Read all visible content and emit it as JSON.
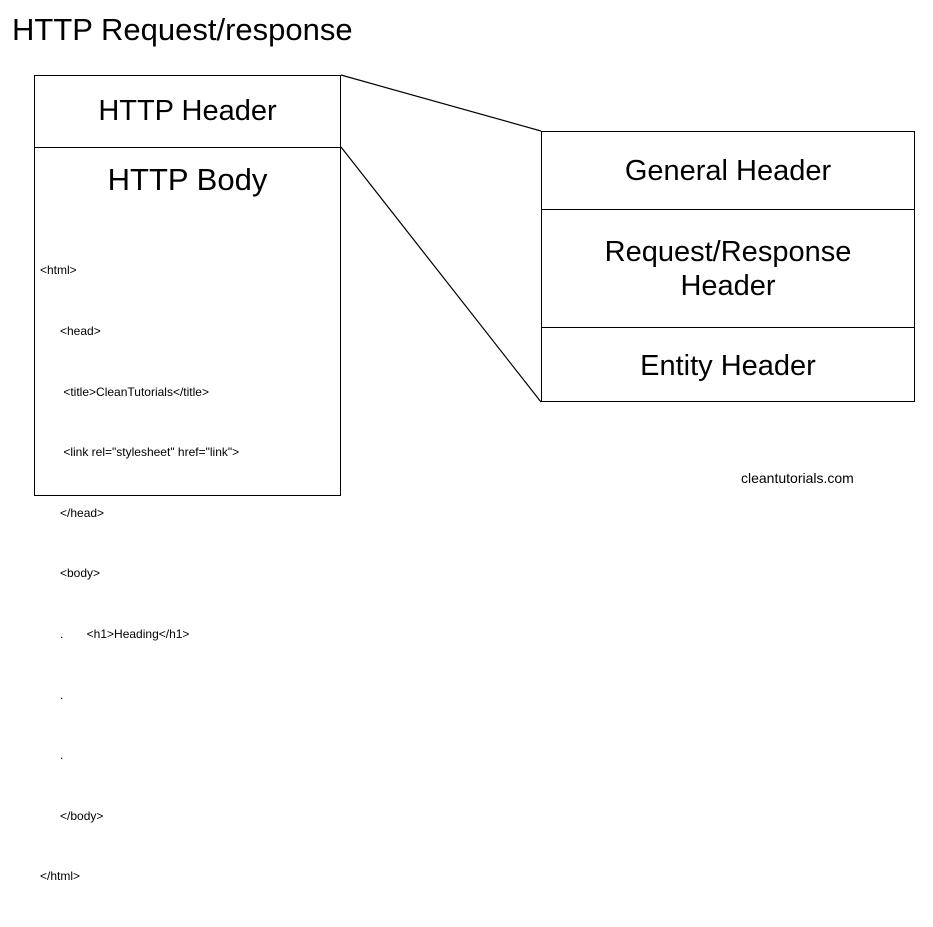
{
  "title": "HTTP Request/response",
  "http_message": {
    "header_label": "HTTP Header",
    "body_label": "HTTP Body",
    "code_lines": [
      "<html>",
      "      <head>",
      "       <title>CleanTutorials</title>",
      "       <link rel=\"stylesheet\" href=\"link\">",
      "      </head>",
      "      <body>",
      "      .       <h1>Heading</h1>",
      "      .",
      "      .",
      "      </body>",
      "</html>"
    ]
  },
  "header_types": {
    "general": "General Header",
    "request_response_line1": "Request/Response",
    "request_response_line2": "Header",
    "entity": "Entity Header"
  },
  "watermark": "cleantutorials.com"
}
